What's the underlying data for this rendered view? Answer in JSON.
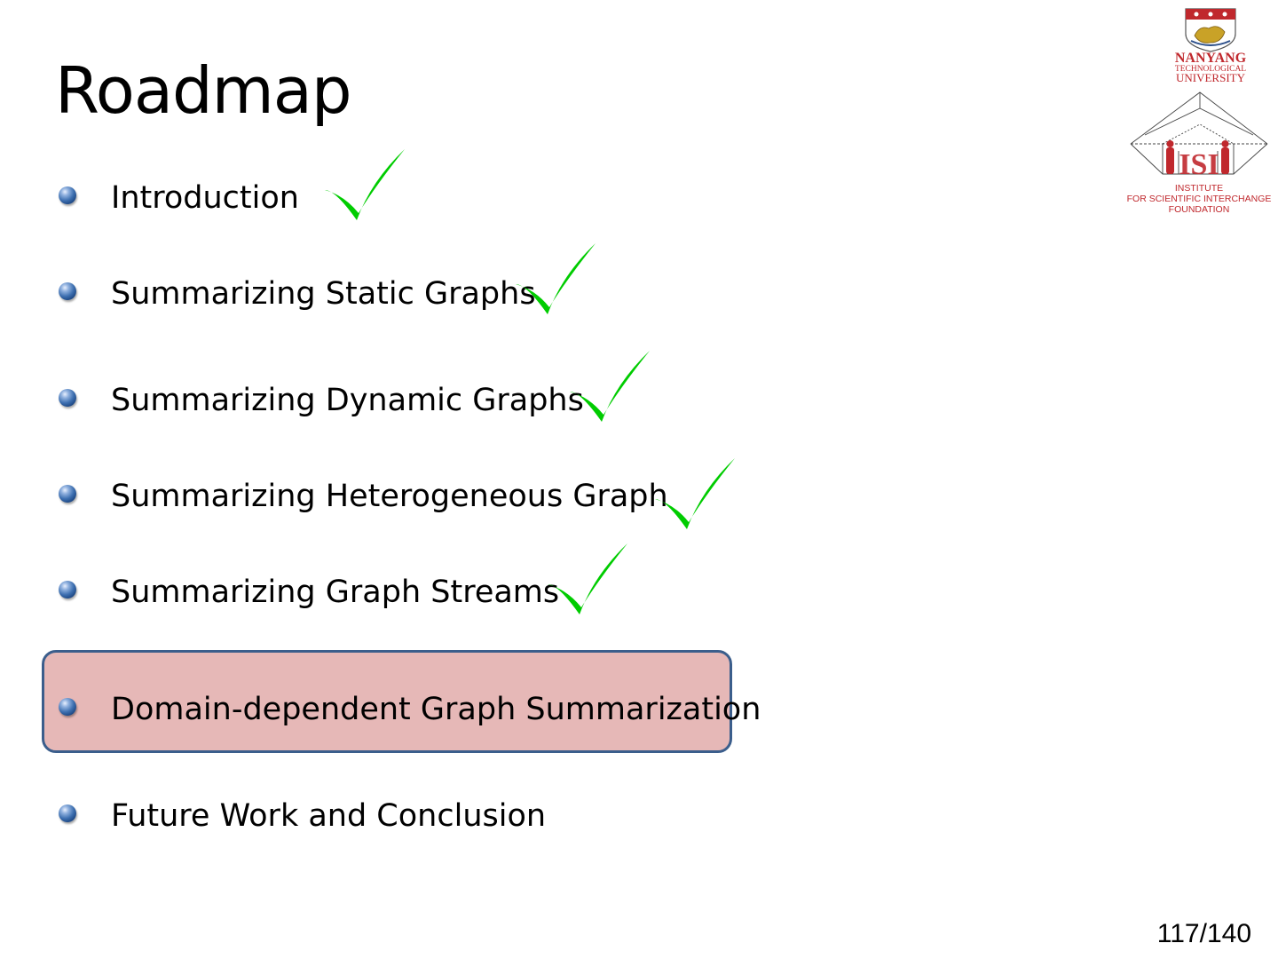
{
  "slide": {
    "title": "Roadmap",
    "page_number": "117/140"
  },
  "roadmap": {
    "items": [
      {
        "label": "Introduction",
        "checked": true
      },
      {
        "label": "Summarizing Static Graphs",
        "checked": true
      },
      {
        "label": "Summarizing Dynamic Graphs",
        "checked": true
      },
      {
        "label": "Summarizing Heterogeneous Graph",
        "checked": true
      },
      {
        "label": "Summarizing Graph Streams",
        "checked": true
      },
      {
        "label": "Domain-dependent Graph Summarization",
        "checked": false,
        "highlighted": true
      },
      {
        "label": "Future Work and Conclusion",
        "checked": false
      }
    ]
  },
  "logos": {
    "ntu": {
      "line1": "NANYANG",
      "line2": "TECHNOLOGICAL",
      "line3": "UNIVERSITY"
    },
    "isi": {
      "monogram": "ISI",
      "line1": "INSTITUTE",
      "line2": "FOR SCIENTIFIC INTERCHANGE",
      "line3": "FOUNDATION"
    }
  },
  "colors": {
    "check": "#00cc00",
    "highlight_fill": "#e6b8b7",
    "highlight_border": "#3b5e8c",
    "logo_red": "#c0282d"
  }
}
